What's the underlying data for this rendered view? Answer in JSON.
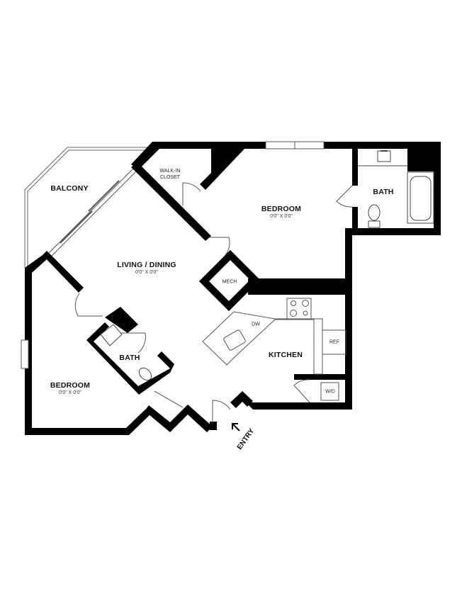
{
  "floorplan": {
    "rooms": {
      "balcony": {
        "name": "BALCONY"
      },
      "walk_in_closet": {
        "name_line1": "WALK-IN",
        "name_line2": "CLOSET"
      },
      "bedroom_1": {
        "name": "BEDROOM",
        "dimensions": "0'0\" X 0'0\""
      },
      "bath_1": {
        "name": "BATH"
      },
      "living_dining": {
        "name": "LIVING / DINING",
        "dimensions": "0'0\" X 0'0\""
      },
      "mech": {
        "name": "MECH"
      },
      "kitchen": {
        "name": "KITCHEN"
      },
      "bath_2": {
        "name": "BATH"
      },
      "bedroom_2": {
        "name": "BEDROOM",
        "dimensions": "0'0\" X 0'0\""
      }
    },
    "fixtures": {
      "dishwasher": "DW",
      "refrigerator": "REF",
      "washer_dryer": "W/D"
    },
    "entry_label": "ENTRY",
    "colors": {
      "wall": "#000000",
      "thin_line": "#555555",
      "background": "#ffffff"
    }
  }
}
